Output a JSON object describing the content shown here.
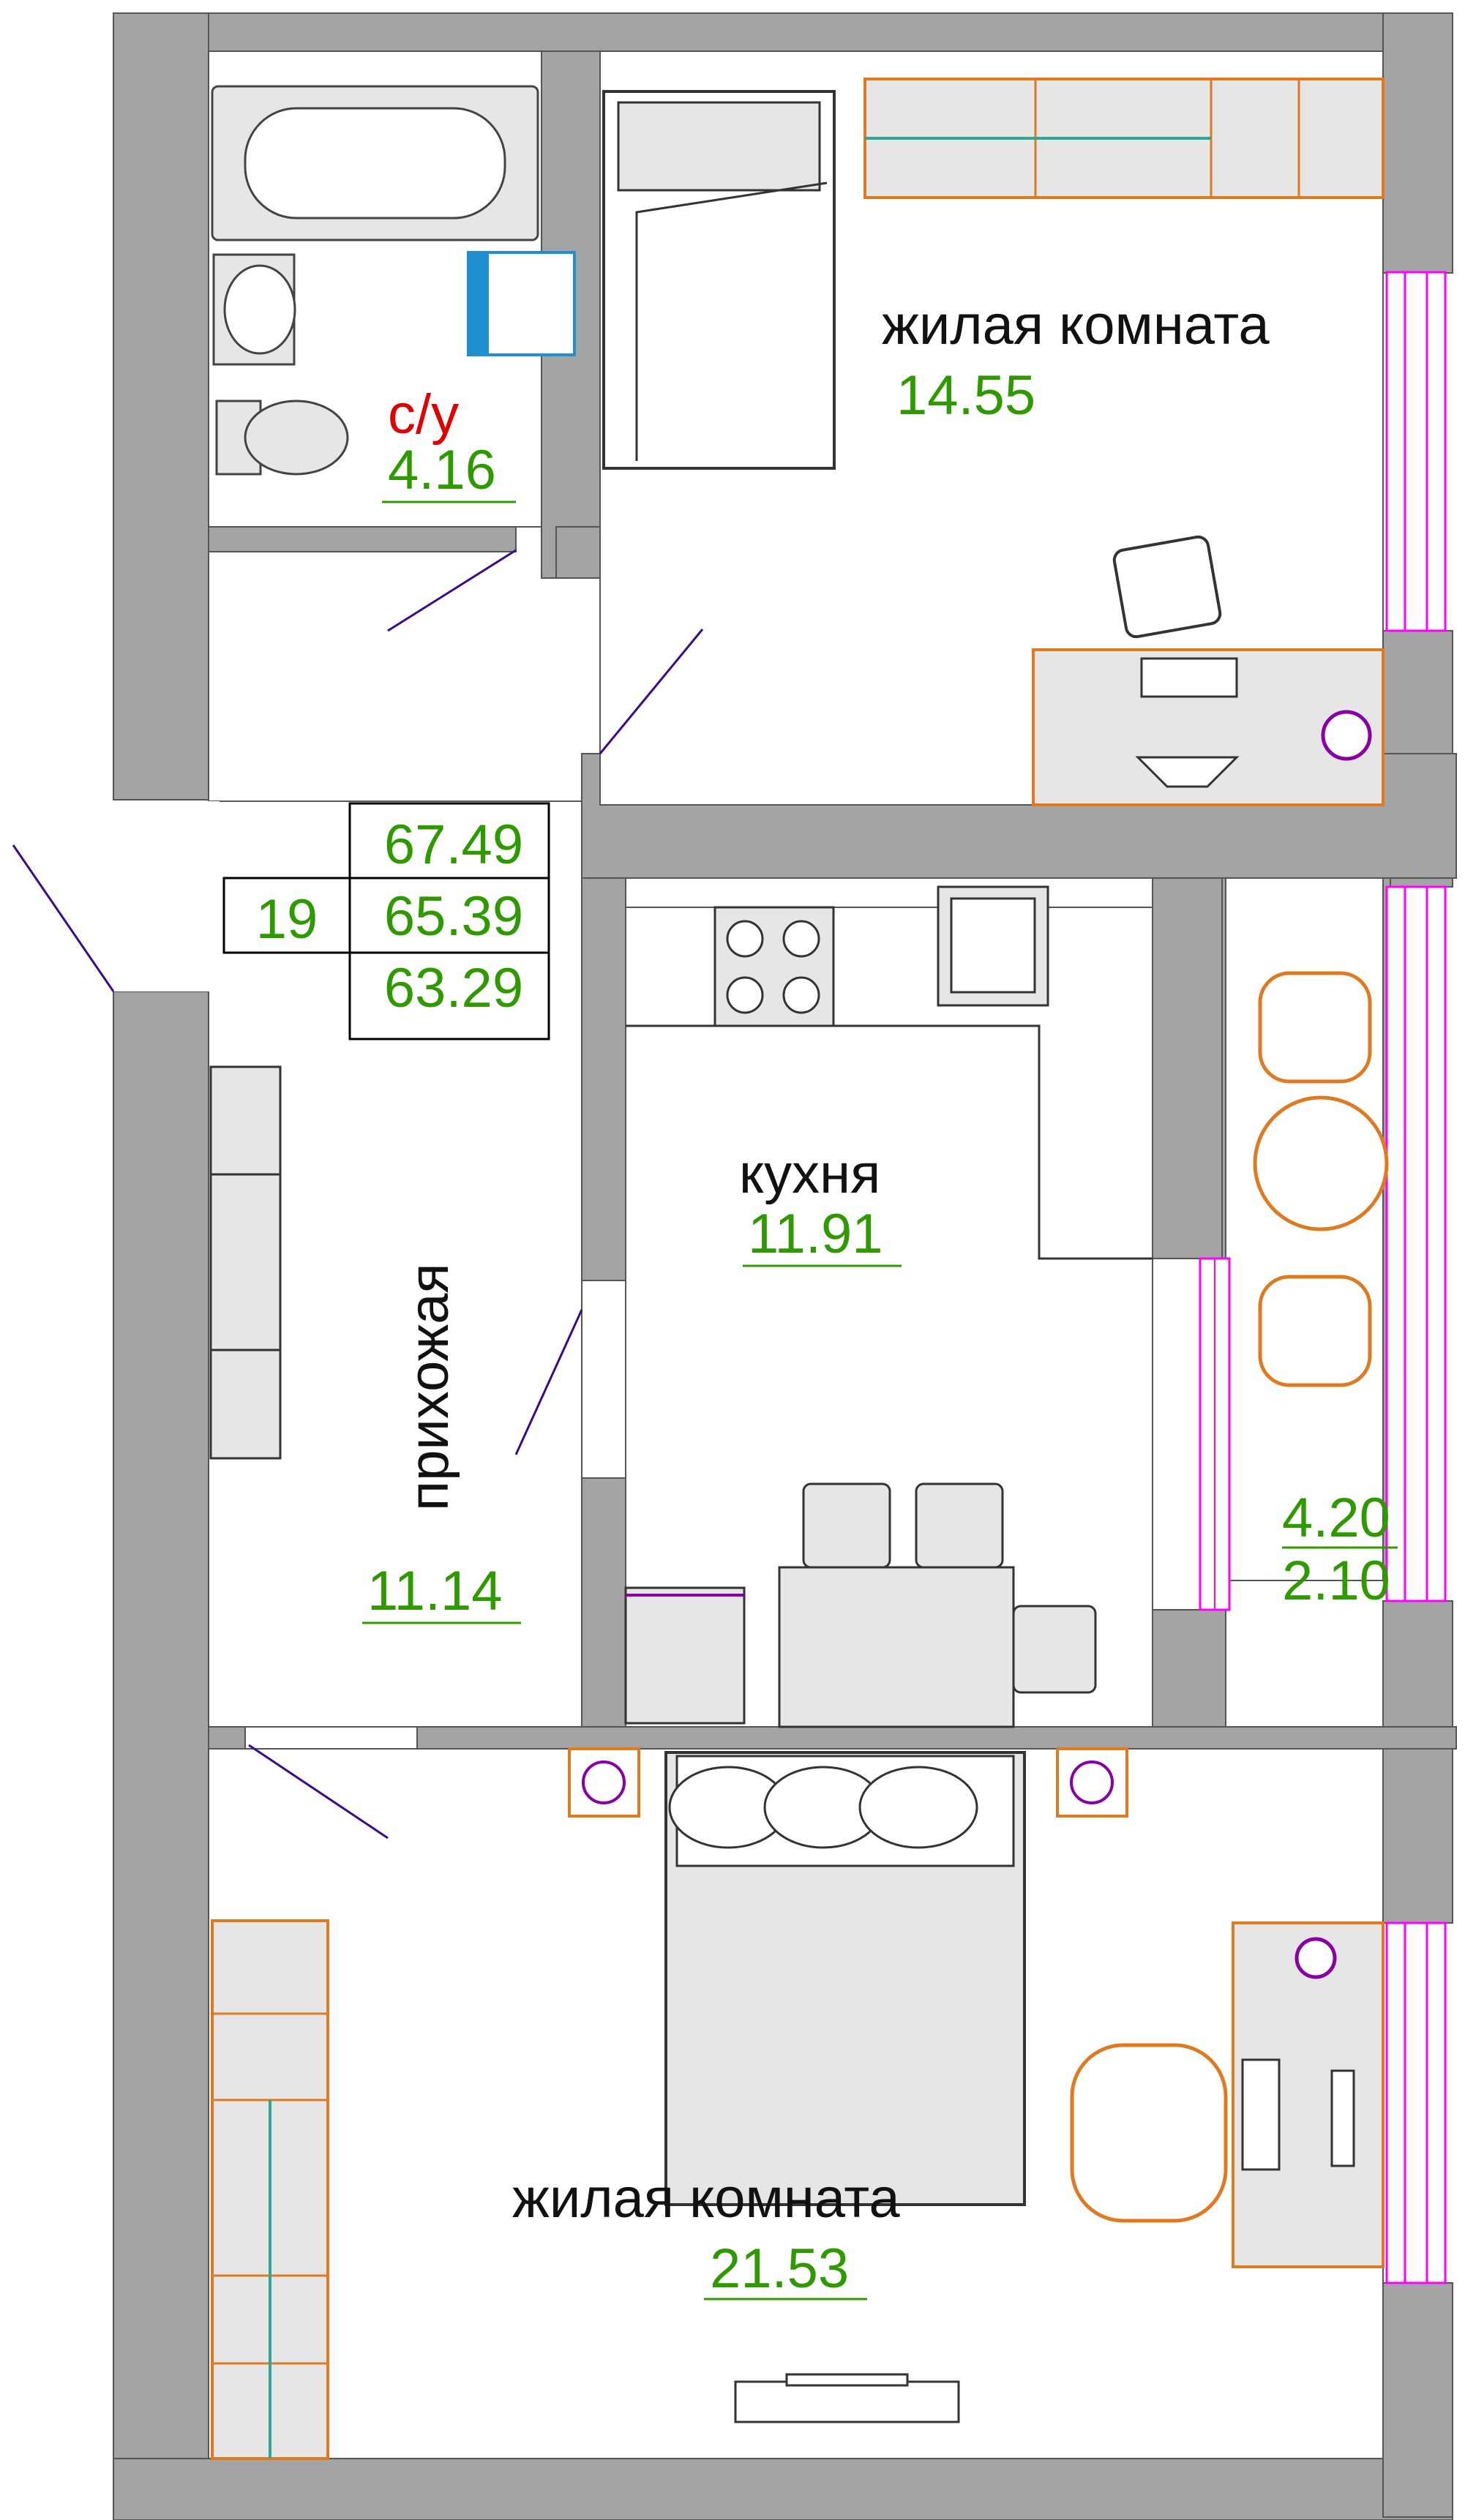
{
  "colors": {
    "wall": "#a4a4a4",
    "wall_edge": "#555555",
    "area_text": "#2e9a00",
    "label_text": "#111111",
    "wc_text": "#e00000",
    "window": "#ff00ff",
    "door_swing": "#3a0a8a",
    "furniture_orange": "#e07a20",
    "furniture_gray": "#e6e6e6",
    "accent_teal": "#2fa69a",
    "accent_blue": "#1f8fd0",
    "accent_purple": "#8a00a8"
  },
  "rooms": {
    "bedroom_top": {
      "name": "жилая комната",
      "area": "14.55",
      "icons": [
        "bed-icon",
        "wardrobe-icon",
        "office-chair-icon",
        "desk-icon",
        "keyboard-icon",
        "monitor-icon",
        "lamp-icon"
      ]
    },
    "bathroom": {
      "name": "с/у",
      "area": "4.16",
      "icons": [
        "bathtub-icon",
        "sink-icon",
        "toilet-icon",
        "washing-machine-icon"
      ]
    },
    "kitchen": {
      "name": "кухня",
      "area": "11.91",
      "icons": [
        "stove-icon",
        "sink-icon",
        "dining-chair-icon",
        "dining-table-icon",
        "fridge-icon"
      ]
    },
    "hallway": {
      "name": "прихожая",
      "area": "11.14",
      "icons": [
        "wardrobe-icon"
      ]
    },
    "balcony": {
      "area_full": "4.20",
      "area_reduced": "2.10",
      "icons": [
        "armchair-icon",
        "round-table-icon"
      ]
    },
    "bedroom_main": {
      "name": "жилая комната",
      "area": "21.53",
      "icons": [
        "double-bed-icon",
        "pillow-icon",
        "nightstand-icon",
        "armchair-icon",
        "desk-icon",
        "keyboard-icon",
        "monitor-icon",
        "tv-icon",
        "wardrobe-icon"
      ]
    }
  },
  "summary": {
    "apartment_number": "19",
    "area_total": "67.49",
    "area_mid": "65.39",
    "area_living": "63.29"
  }
}
